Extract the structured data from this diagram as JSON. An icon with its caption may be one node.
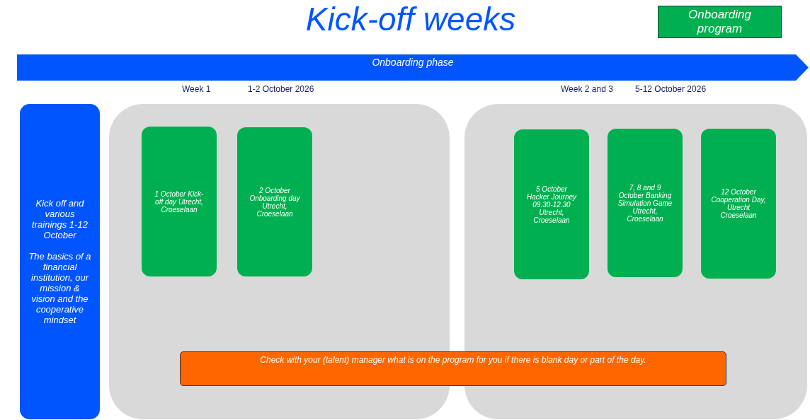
{
  "diagram": {
    "title": "Kick-off weeks",
    "nodes": [
      {
        "text": [
          "Onboarding program"
        ]
      },
      {
        "text": [
          "Onboarding phase"
        ]
      },
      {
        "text": [
          "Kick off and various trainings 1-12 October",
          "The basics of a financial institution, our mission & vision and the cooperative mindset"
        ]
      },
      {
        "text": [],
        "shape": "box"
      },
      {
        "text": [
          "1 October Kick-off day Utrecht, Croeselaan"
        ],
        "in": 3
      },
      {
        "text": [
          "2 October Onboarding day Utrecht, Croeselaan"
        ],
        "in": 3
      },
      {
        "text": [],
        "shape": "box"
      },
      {
        "text": [
          "5 October Hacker Journey 09.30-12.30 Utrecht, Croeselaan"
        ],
        "in": 6
      },
      {
        "text": [
          "7, 8 and 9 October Banking Simulation Game Utrecht, Croeselaan"
        ],
        "in": 6
      },
      {
        "text": [
          "12 October Cooperation Day, Utrecht Croeselaan"
        ],
        "in": 6
      },
      {
        "text": [
          "Check with your (talent) manager what is on the program for you if there is blank day or part of the day."
        ]
      }
    ],
    "edges": [],
    "labels": [
      "Week 1",
      "1-2 October 2026",
      "Week 2 and 3",
      "5-12 October 2026"
    ]
  }
}
